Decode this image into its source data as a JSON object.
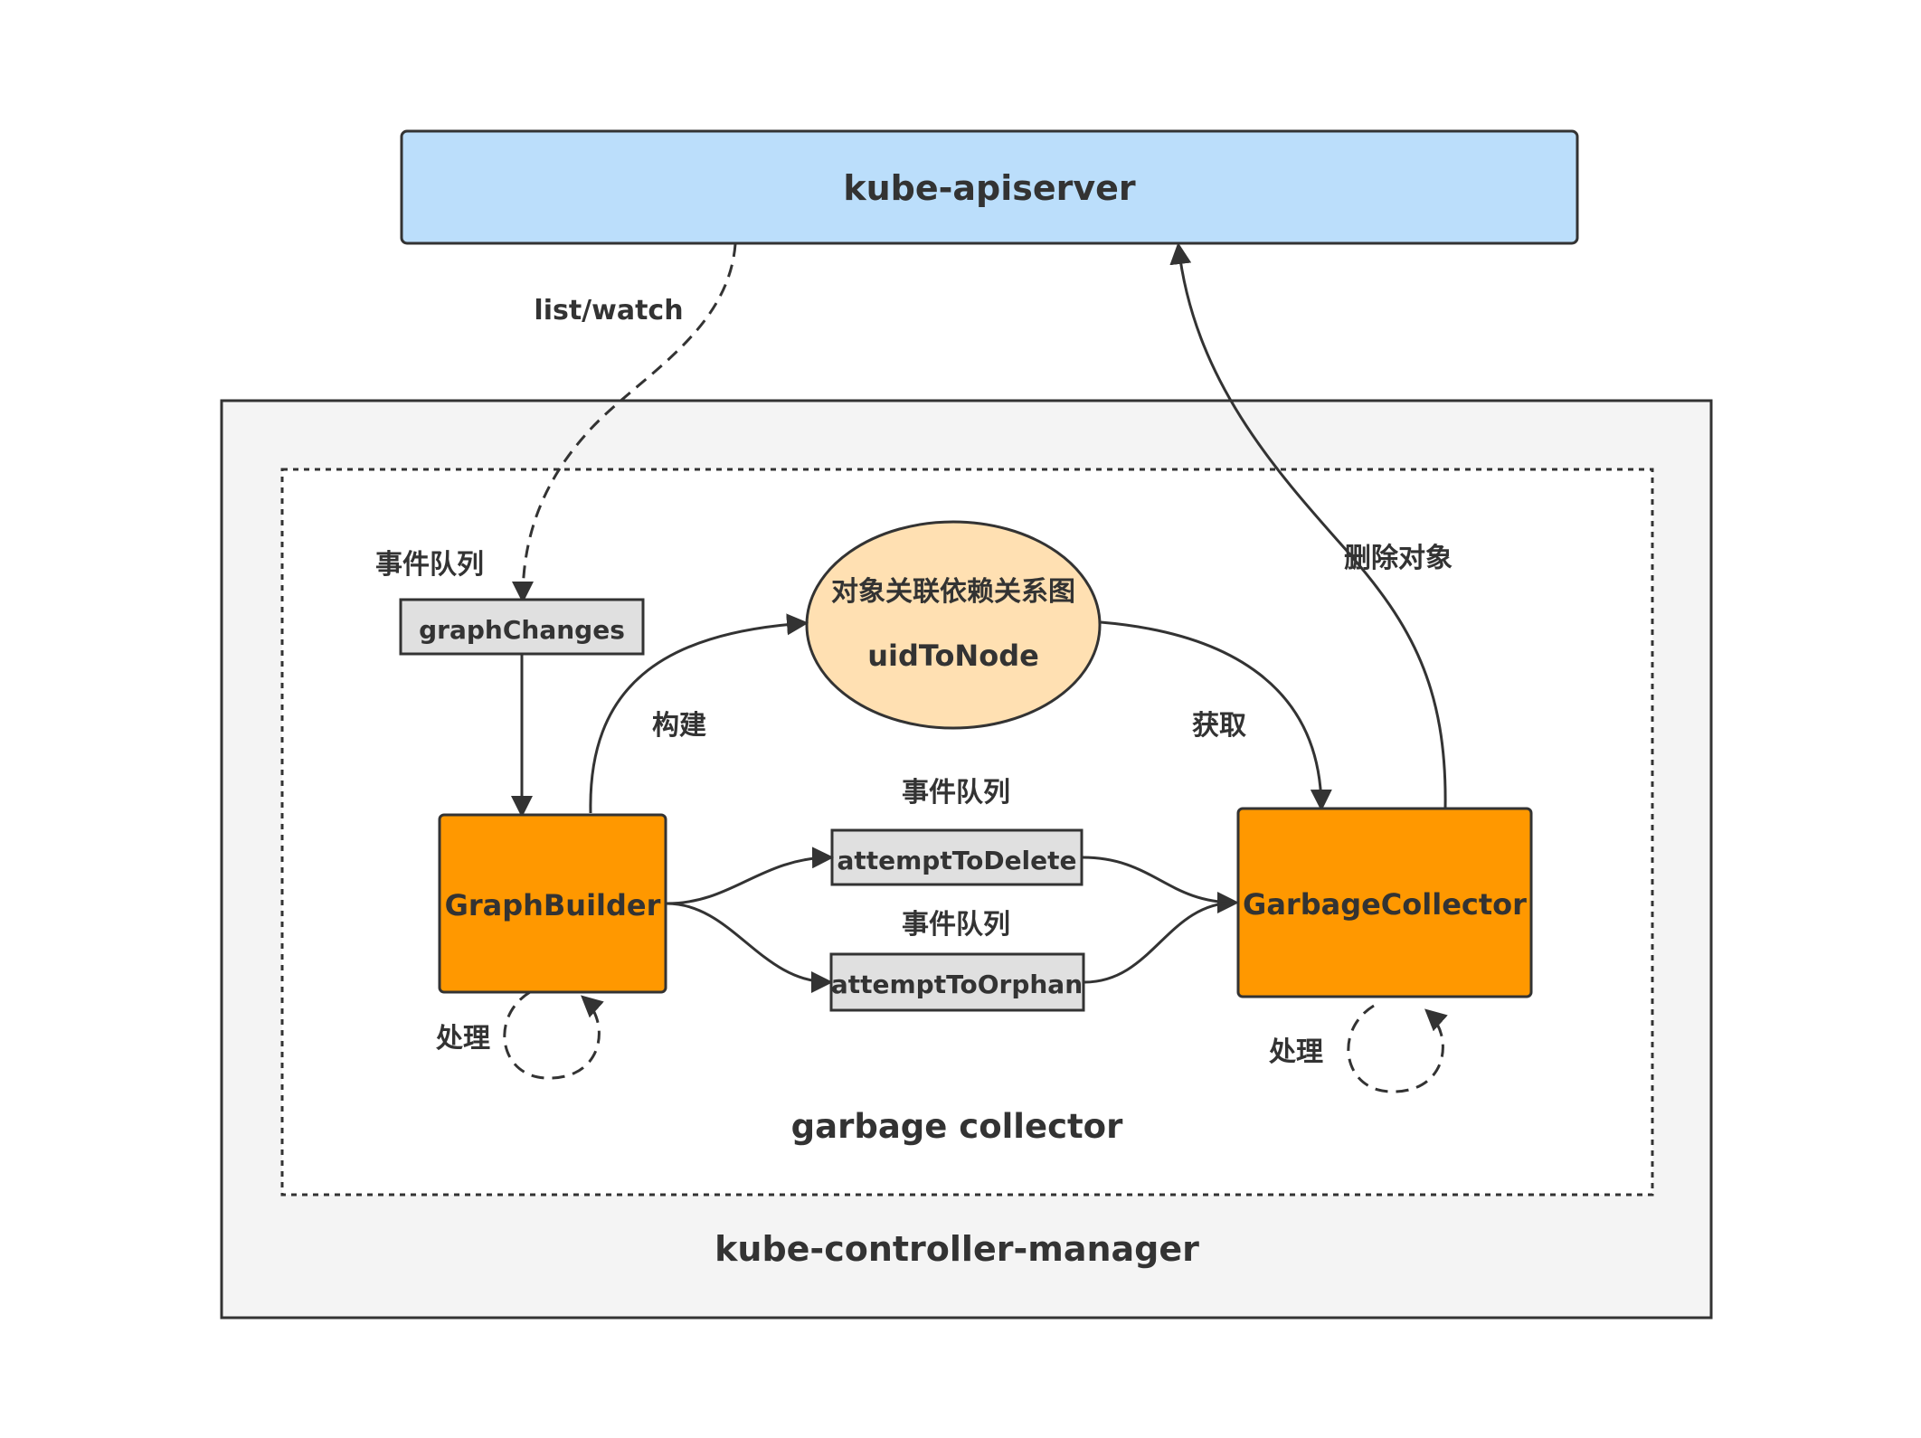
{
  "colors": {
    "stroke": "#333333",
    "apiserver_fill": "#BBDEFB",
    "manager_fill": "#F4F4F4",
    "component_fill": "#FF9800",
    "queue_fill": "#E0E0E0",
    "graph_fill": "#FFE0B2",
    "background": "#FFFFFF"
  },
  "apiserver": {
    "label": "kube-apiserver"
  },
  "controller_manager": {
    "label": "kube-controller-manager"
  },
  "garbage_collector_group": {
    "label": "garbage collector"
  },
  "queues": {
    "graph_changes": {
      "caption": "事件队列",
      "name": "graphChanges"
    },
    "attempt_to_delete": {
      "caption": "事件队列",
      "name": "attemptToDelete"
    },
    "attempt_to_orphan": {
      "caption": "事件队列",
      "name": "attemptToOrphan"
    }
  },
  "components": {
    "graph_builder": {
      "label": "GraphBuilder",
      "self_loop_label": "处理"
    },
    "garbage_collector": {
      "label": "GarbageCollector",
      "self_loop_label": "处理"
    }
  },
  "dependency_graph": {
    "title": "对象关联依赖关系图",
    "name": "uidToNode"
  },
  "edges": {
    "list_watch": "list/watch",
    "build": "构建",
    "fetch": "获取",
    "delete_object": "删除对象"
  }
}
